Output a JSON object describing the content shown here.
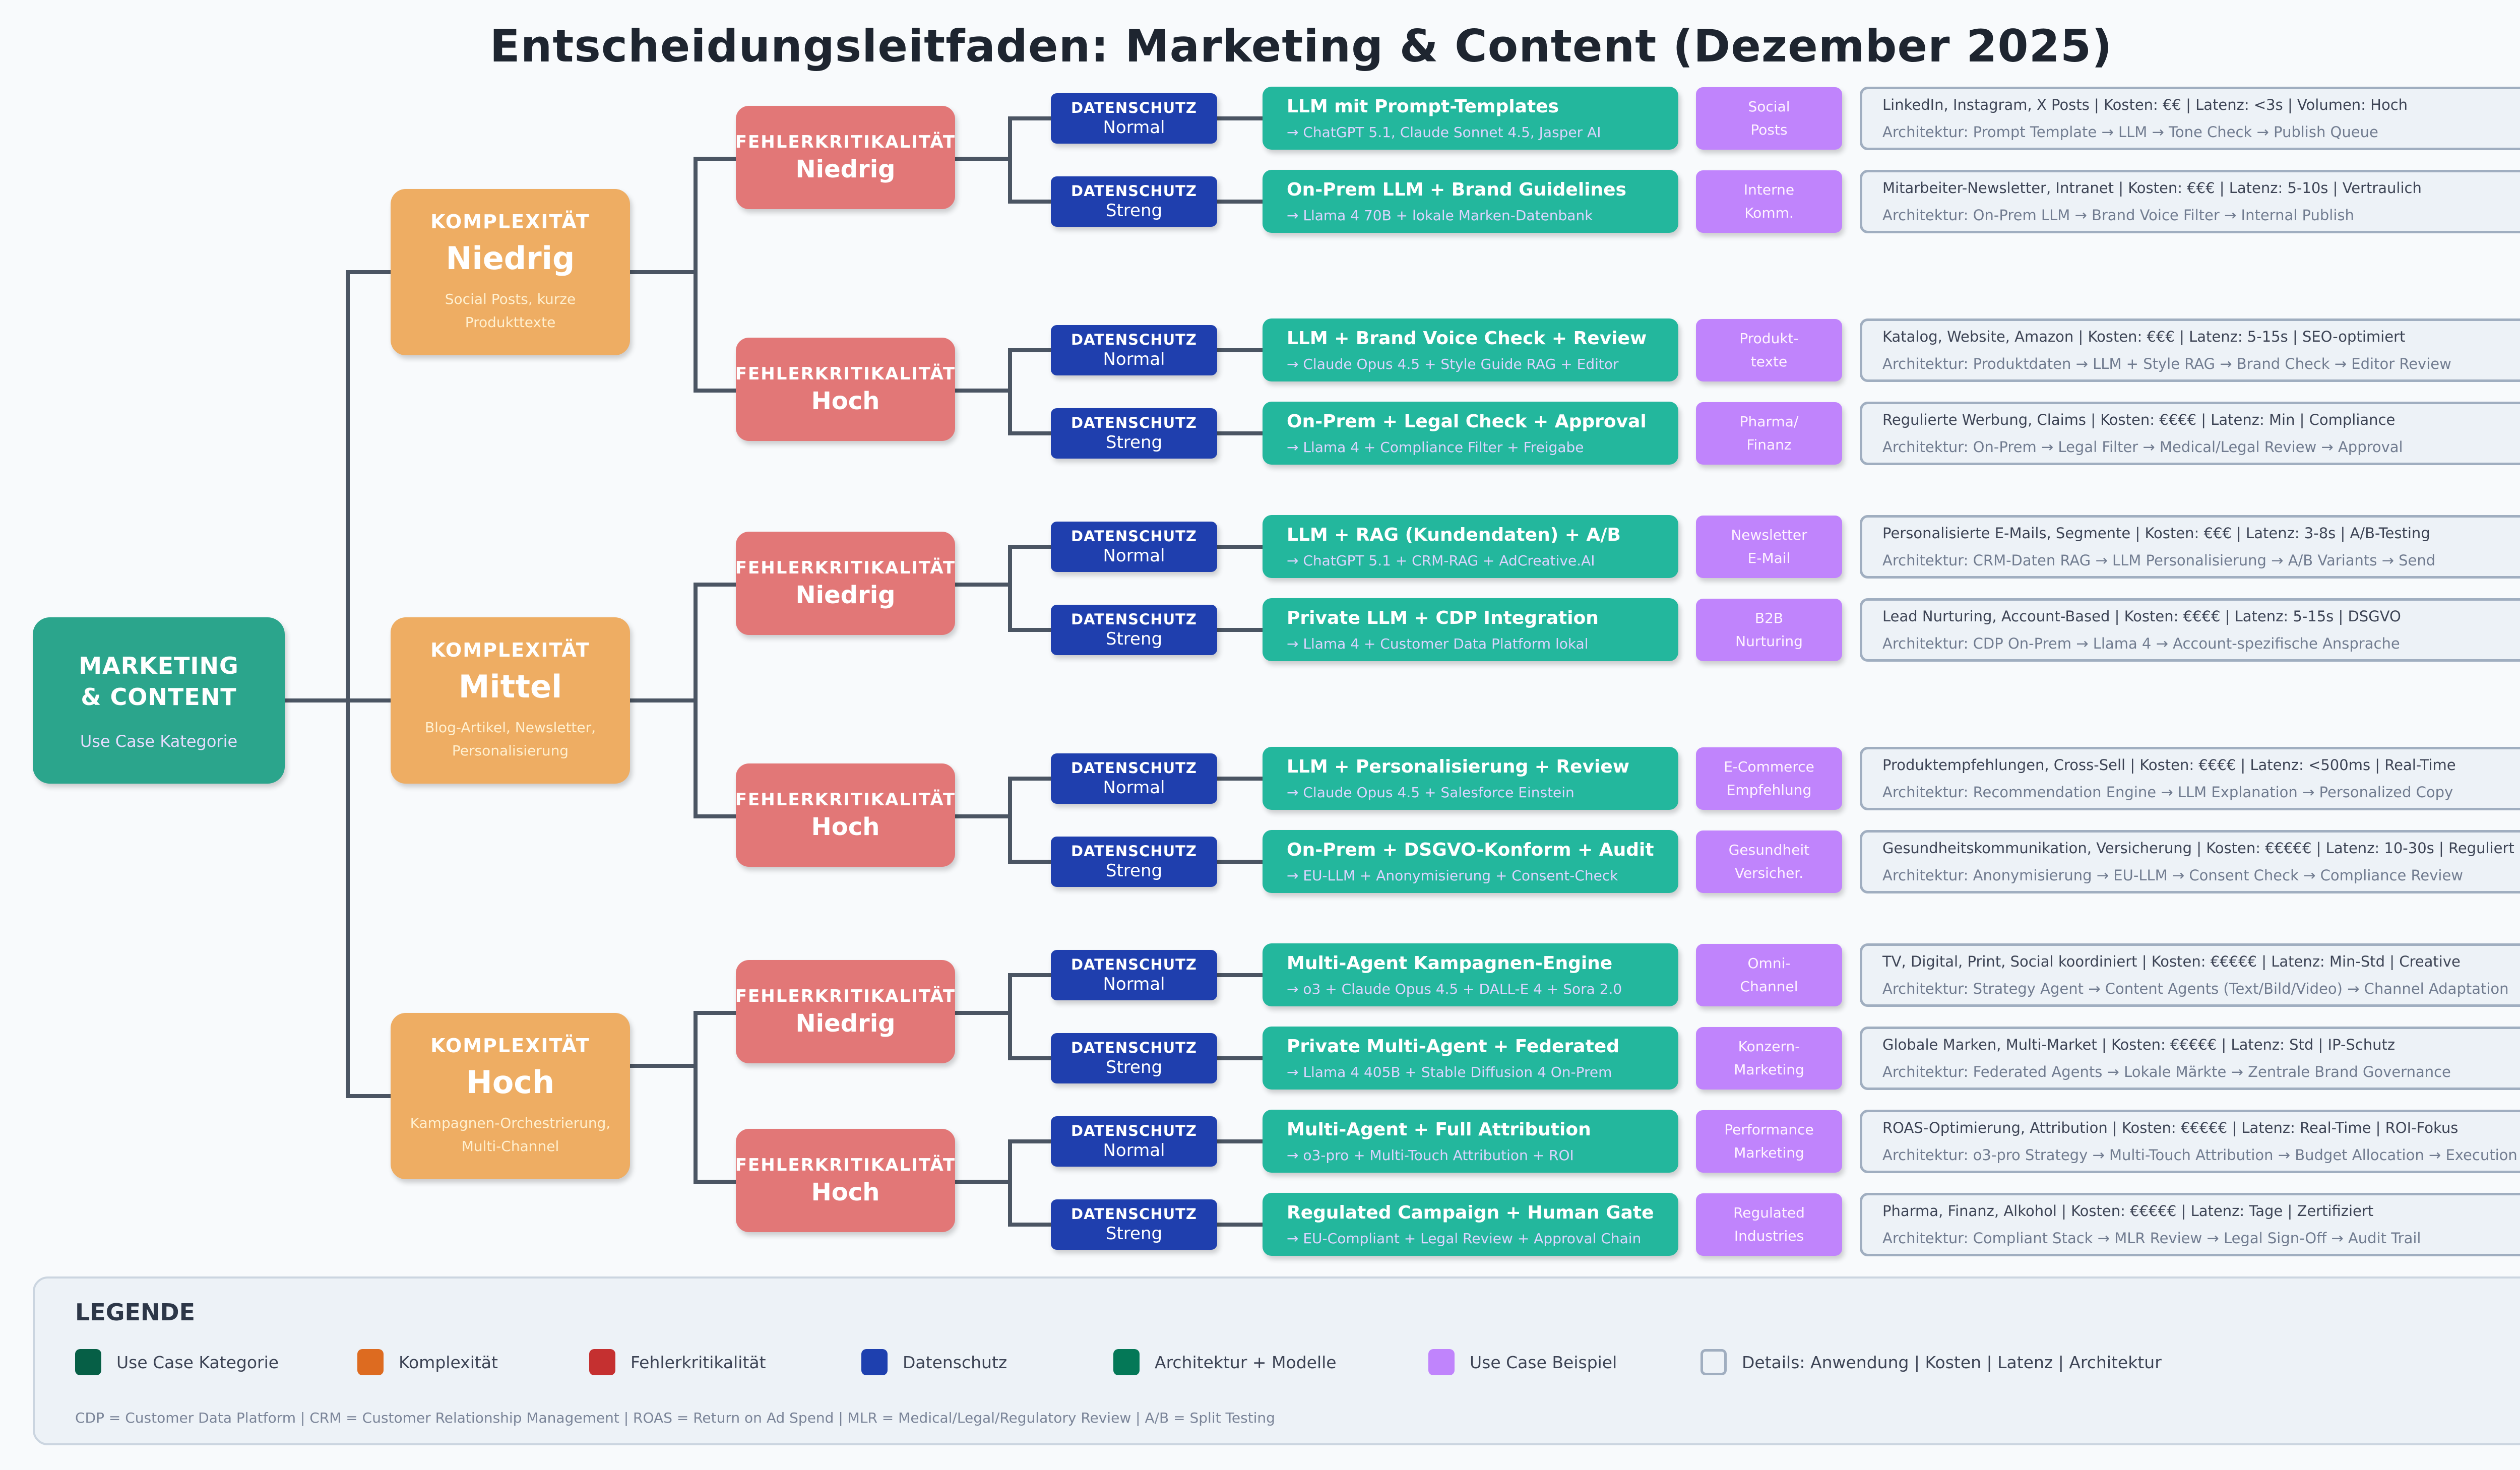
{
  "title": "Entscheidungsleitfaden: Marketing & Content (Dezember 2025)",
  "root": {
    "title_line1": "MARKETING",
    "title_line2": "& CONTENT",
    "subtitle": "Use Case Kategorie"
  },
  "komplexitaet": [
    {
      "label": "KOMPLEXITÄT",
      "value": "Niedrig",
      "desc_line1": "Social Posts, kurze",
      "desc_line2": "Produkttexte"
    },
    {
      "label": "KOMPLEXITÄT",
      "value": "Mittel",
      "desc_line1": "Blog-Artikel, Newsletter,",
      "desc_line2": "Personalisierung"
    },
    {
      "label": "KOMPLEXITÄT",
      "value": "Hoch",
      "desc_line1": "Kampagnen-Orchestrierung,",
      "desc_line2": "Multi-Channel"
    }
  ],
  "fehlerkritikalitaet": [
    {
      "label": "FEHLERKRITIKALITÄT",
      "value": "Niedrig"
    },
    {
      "label": "FEHLERKRITIKALITÄT",
      "value": "Hoch"
    },
    {
      "label": "FEHLERKRITIKALITÄT",
      "value": "Niedrig"
    },
    {
      "label": "FEHLERKRITIKALITÄT",
      "value": "Hoch"
    },
    {
      "label": "FEHLERKRITIKALITÄT",
      "value": "Niedrig"
    },
    {
      "label": "FEHLERKRITIKALITÄT",
      "value": "Hoch"
    }
  ],
  "rows": [
    {
      "ds_label": "DATENSCHUTZ",
      "ds_value": "Normal",
      "arch_title": "LLM mit Prompt-Templates",
      "arch_models": "→ ChatGPT 5.1, Claude Sonnet 4.5, Jasper AI",
      "uc_line1": "Social",
      "uc_line2": "Posts",
      "detail_line1": "LinkedIn, Instagram, X Posts | Kosten: €€ | Latenz: <3s | Volumen: Hoch",
      "detail_line2": "Architektur: Prompt Template → LLM → Tone Check → Publish Queue"
    },
    {
      "ds_label": "DATENSCHUTZ",
      "ds_value": "Streng",
      "arch_title": "On-Prem LLM + Brand Guidelines",
      "arch_models": "→ Llama 4 70B + lokale Marken-Datenbank",
      "uc_line1": "Interne",
      "uc_line2": "Komm.",
      "detail_line1": "Mitarbeiter-Newsletter, Intranet | Kosten: €€€ | Latenz: 5-10s | Vertraulich",
      "detail_line2": "Architektur: On-Prem LLM → Brand Voice Filter → Internal Publish"
    },
    {
      "ds_label": "DATENSCHUTZ",
      "ds_value": "Normal",
      "arch_title": "LLM + Brand Voice Check + Review",
      "arch_models": "→ Claude Opus 4.5 + Style Guide RAG + Editor",
      "uc_line1": "Produkt-",
      "uc_line2": "texte",
      "detail_line1": "Katalog, Website, Amazon | Kosten: €€€ | Latenz: 5-15s | SEO-optimiert",
      "detail_line2": "Architektur: Produktdaten → LLM + Style RAG → Brand Check → Editor Review"
    },
    {
      "ds_label": "DATENSCHUTZ",
      "ds_value": "Streng",
      "arch_title": "On-Prem + Legal Check + Approval",
      "arch_models": "→ Llama 4 + Compliance Filter + Freigabe",
      "uc_line1": "Pharma/",
      "uc_line2": "Finanz",
      "detail_line1": "Regulierte Werbung, Claims | Kosten: €€€€ | Latenz: Min | Compliance",
      "detail_line2": "Architektur: On-Prem → Legal Filter → Medical/Legal Review → Approval"
    },
    {
      "ds_label": "DATENSCHUTZ",
      "ds_value": "Normal",
      "arch_title": "LLM + RAG (Kundendaten) + A/B",
      "arch_models": "→ ChatGPT 5.1 + CRM-RAG + AdCreative.AI",
      "uc_line1": "Newsletter",
      "uc_line2": "E-Mail",
      "detail_line1": "Personalisierte E-Mails, Segmente | Kosten: €€€ | Latenz: 3-8s | A/B-Testing",
      "detail_line2": "Architektur: CRM-Daten RAG → LLM Personalisierung → A/B Variants → Send"
    },
    {
      "ds_label": "DATENSCHUTZ",
      "ds_value": "Streng",
      "arch_title": "Private LLM + CDP Integration",
      "arch_models": "→ Llama 4 + Customer Data Platform lokal",
      "uc_line1": "B2B",
      "uc_line2": "Nurturing",
      "detail_line1": "Lead Nurturing, Account-Based | Kosten: €€€€ | Latenz: 5-15s | DSGVO",
      "detail_line2": "Architektur: CDP On-Prem → Llama 4 → Account-spezifische Ansprache"
    },
    {
      "ds_label": "DATENSCHUTZ",
      "ds_value": "Normal",
      "arch_title": "LLM + Personalisierung + Review",
      "arch_models": "→ Claude Opus 4.5 + Salesforce Einstein",
      "uc_line1": "E-Commerce",
      "uc_line2": "Empfehlung",
      "detail_line1": "Produktempfehlungen, Cross-Sell | Kosten: €€€€ | Latenz: <500ms | Real-Time",
      "detail_line2": "Architektur: Recommendation Engine → LLM Explanation → Personalized Copy"
    },
    {
      "ds_label": "DATENSCHUTZ",
      "ds_value": "Streng",
      "arch_title": "On-Prem + DSGVO-Konform + Audit",
      "arch_models": "→ EU-LLM + Anonymisierung + Consent-Check",
      "uc_line1": "Gesundheit",
      "uc_line2": "Versicher.",
      "detail_line1": "Gesundheitskommunikation, Versicherung | Kosten: €€€€€ | Latenz: 10-30s | Reguliert",
      "detail_line2": "Architektur: Anonymisierung → EU-LLM → Consent Check → Compliance Review"
    },
    {
      "ds_label": "DATENSCHUTZ",
      "ds_value": "Normal",
      "arch_title": "Multi-Agent Kampagnen-Engine",
      "arch_models": "→ o3 + Claude Opus 4.5 + DALL-E 4 + Sora 2.0",
      "uc_line1": "Omni-",
      "uc_line2": "Channel",
      "detail_line1": "TV, Digital, Print, Social koordiniert | Kosten: €€€€€ | Latenz: Min-Std | Creative",
      "detail_line2": "Architektur: Strategy Agent → Content Agents (Text/Bild/Video) → Channel Adaptation"
    },
    {
      "ds_label": "DATENSCHUTZ",
      "ds_value": "Streng",
      "arch_title": "Private Multi-Agent + Federated",
      "arch_models": "→ Llama 4 405B + Stable Diffusion 4 On-Prem",
      "uc_line1": "Konzern-",
      "uc_line2": "Marketing",
      "detail_line1": "Globale Marken, Multi-Market | Kosten: €€€€€ | Latenz: Std | IP-Schutz",
      "detail_line2": "Architektur: Federated Agents → Lokale Märkte → Zentrale Brand Governance"
    },
    {
      "ds_label": "DATENSCHUTZ",
      "ds_value": "Normal",
      "arch_title": "Multi-Agent + Full Attribution",
      "arch_models": "→ o3-pro + Multi-Touch Attribution + ROI",
      "uc_line1": "Performance",
      "uc_line2": "Marketing",
      "detail_line1": "ROAS-Optimierung, Attribution | Kosten: €€€€€ | Latenz: Real-Time | ROI-Fokus",
      "detail_line2": "Architektur: o3-pro Strategy → Multi-Touch Attribution → Budget Allocation → Execution"
    },
    {
      "ds_label": "DATENSCHUTZ",
      "ds_value": "Streng",
      "arch_title": "Regulated Campaign + Human Gate",
      "arch_models": "→ EU-Compliant + Legal Review + Approval Chain",
      "uc_line1": "Regulated",
      "uc_line2": "Industries",
      "detail_line1": "Pharma, Finanz, Alkohol | Kosten: €€€€€ | Latenz: Tage | Zertifiziert",
      "detail_line2": "Architektur: Compliant Stack → MLR Review → Legal Sign-Off → Audit Trail"
    }
  ],
  "legend": {
    "title": "LEGENDE",
    "items": [
      {
        "label": "Use Case Kategorie",
        "color": "#065f46"
      },
      {
        "label": "Komplexität",
        "color": "#dd6b20"
      },
      {
        "label": "Fehlerkritikalität",
        "color": "#c53030"
      },
      {
        "label": "Datenschutz",
        "color": "#1e40af"
      },
      {
        "label": "Architektur + Modelle",
        "color": "#047857"
      },
      {
        "label": "Use Case Beispiel",
        "color": "#c084fc"
      },
      {
        "label": "Details: Anwendung | Kosten | Latenz | Architektur",
        "color": "#edf2f7"
      }
    ],
    "abbreviations": "CDP = Customer Data Platform | CRM = Customer Relationship Management | ROAS = Return on Ad Spend | MLR = Medical/Legal/Regulatory Review | A/B = Split Testing"
  },
  "colors": {
    "root": "#2ba58c",
    "komplexitaet": "#eead63",
    "fehlerkritikalitaet": "#e27777",
    "datenschutz": "#1f3fae",
    "architektur": "#23b79d",
    "use_case": "#c084fc",
    "details_bg": "#edf2f7",
    "details_border": "#a0aec0",
    "connector": "#4b5563"
  }
}
